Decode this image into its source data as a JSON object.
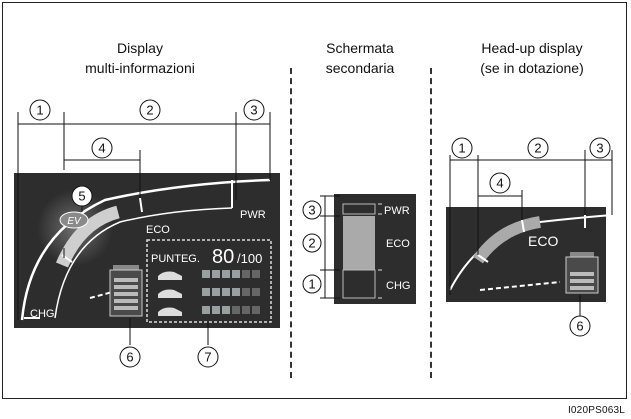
{
  "headings": {
    "left": [
      "Display",
      "multi-informazioni"
    ],
    "middle": [
      "Schermata",
      "secondaria"
    ],
    "right": [
      "Head-up display",
      "(se in dotazione)"
    ]
  },
  "callouts": [
    "1",
    "2",
    "3",
    "4",
    "5",
    "6",
    "7"
  ],
  "display": {
    "ev_label": "EV",
    "eco_label": "ECO",
    "pwr_label": "PWR",
    "chg_label": "CHG",
    "score_label": "PUNTEG.",
    "score_value": "80",
    "score_max": "/100"
  },
  "secondary": {
    "pwr_label": "PWR",
    "eco_label": "ECO",
    "chg_label": "CHG"
  },
  "hud": {
    "eco_label": "ECO"
  },
  "figure_code": "I020PS063L"
}
